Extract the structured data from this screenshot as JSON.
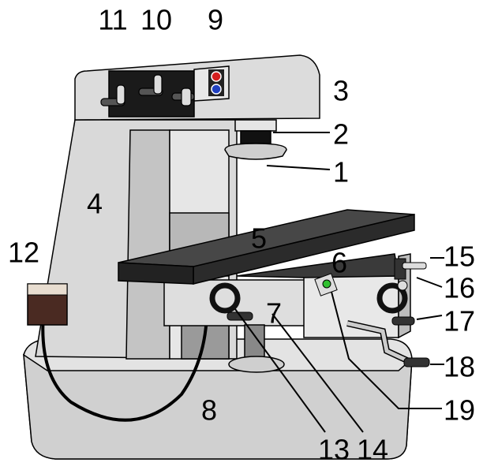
{
  "title": "Milling machine parts diagram",
  "labels": {
    "l1": "1",
    "l2": "2",
    "l3": "3",
    "l4": "4",
    "l5": "5",
    "l6": "6",
    "l7": "7",
    "l8": "8",
    "l9": "9",
    "l10": "10",
    "l11": "11",
    "l12": "12",
    "l13": "13",
    "l14": "14",
    "l15": "15",
    "l16": "16",
    "l17": "17",
    "l18": "18",
    "l19": "19"
  },
  "colors": {
    "body": "#d9d9d9",
    "body_dark": "#bdbdbd",
    "table_top": "#474747",
    "table_front": "#2b2b2b",
    "coolant": "#4a2a22",
    "indicator_red": "#d42020",
    "indicator_blue": "#2040c0",
    "indicator_green": "#30c030"
  }
}
